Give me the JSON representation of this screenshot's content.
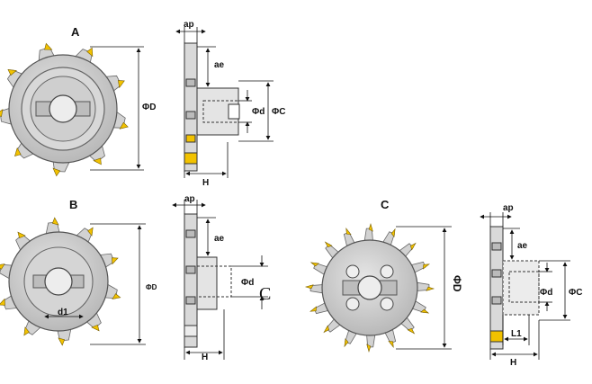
{
  "views": {
    "a": {
      "title": "A",
      "outer_dia": "ΦD",
      "depth": "ap",
      "engagement": "ae",
      "bore": "Φd",
      "collar": "ΦC",
      "height": "H"
    },
    "b": {
      "title": "B",
      "outer_dia": "ΦD",
      "bore_label": "d1",
      "depth": "ap",
      "engagement": "ae",
      "bore": "Φd",
      "stray_letter": "C",
      "height": "H"
    },
    "c": {
      "title": "C",
      "outer_dia": "ΦD",
      "depth": "ap",
      "engagement": "ae",
      "bore": "Φd",
      "collar": "ΦC",
      "length": "L1",
      "height": "H"
    }
  },
  "colors": {
    "insert": "#f2c200",
    "body": "#d2d2d2",
    "body_dark": "#a8a8a8",
    "line": "#1a1a1a"
  }
}
